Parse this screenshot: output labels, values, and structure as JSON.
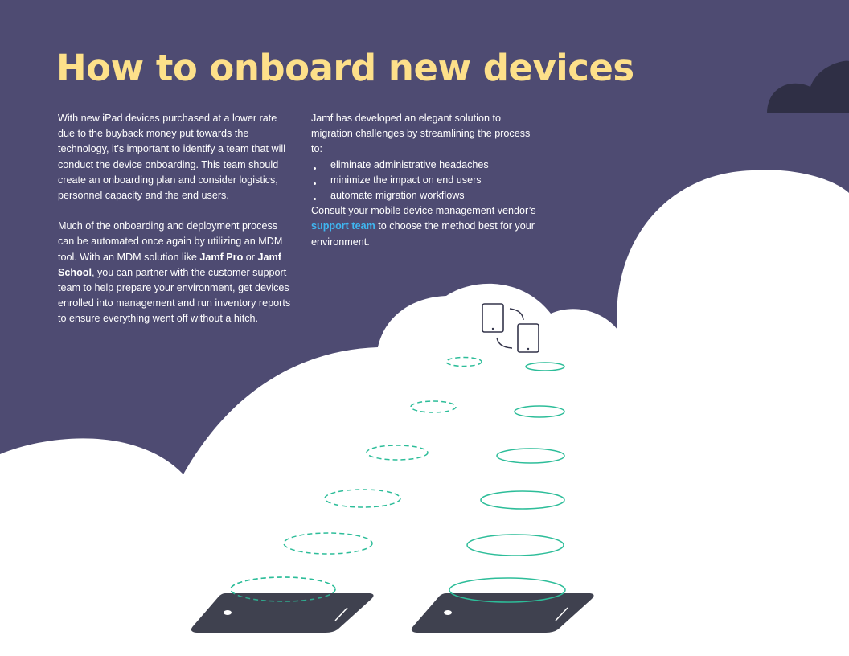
{
  "title": "How to onboard new devices",
  "colors": {
    "background": "#4e4b72",
    "title": "#fde08a",
    "link": "#3fb6f0",
    "ring": "#2dbd99",
    "device": "#3f414f"
  },
  "left_column": {
    "paragraph_1": "With new iPad devices purchased at a lower rate due to the buyback money put towards the technology, it’s important to identify a team that will conduct the device onboarding. This team should create an onboarding plan and consider logistics, personnel capacity and the end users.",
    "paragraph_2": {
      "before": "Much of the onboarding and deployment process can be automated once again by utilizing an MDM tool. With an MDM solution like ",
      "product_1": "Jamf Pro",
      "between": " or ",
      "product_2": "Jamf School",
      "after": ", you can partner with the customer support team to help prepare your environment, get devices enrolled into management and run inventory reports to ensure everything went off without a hitch."
    }
  },
  "right_column": {
    "intro": "Jamf has developed an elegant solution to migration challenges by streamlining the process to:",
    "bullets": [
      "eliminate administrative headaches",
      "minimize the impact on end users",
      "automate migration workflows"
    ],
    "consult": {
      "before": "Consult your mobile device management vendor’s ",
      "link": "support team",
      "after": " to choose the method best for your environment."
    }
  },
  "illustration": {
    "icons": [
      "tablet-icon",
      "tablet-icon",
      "swap-arrows-icon",
      "tablet-flat-icon",
      "tablet-flat-icon"
    ]
  }
}
